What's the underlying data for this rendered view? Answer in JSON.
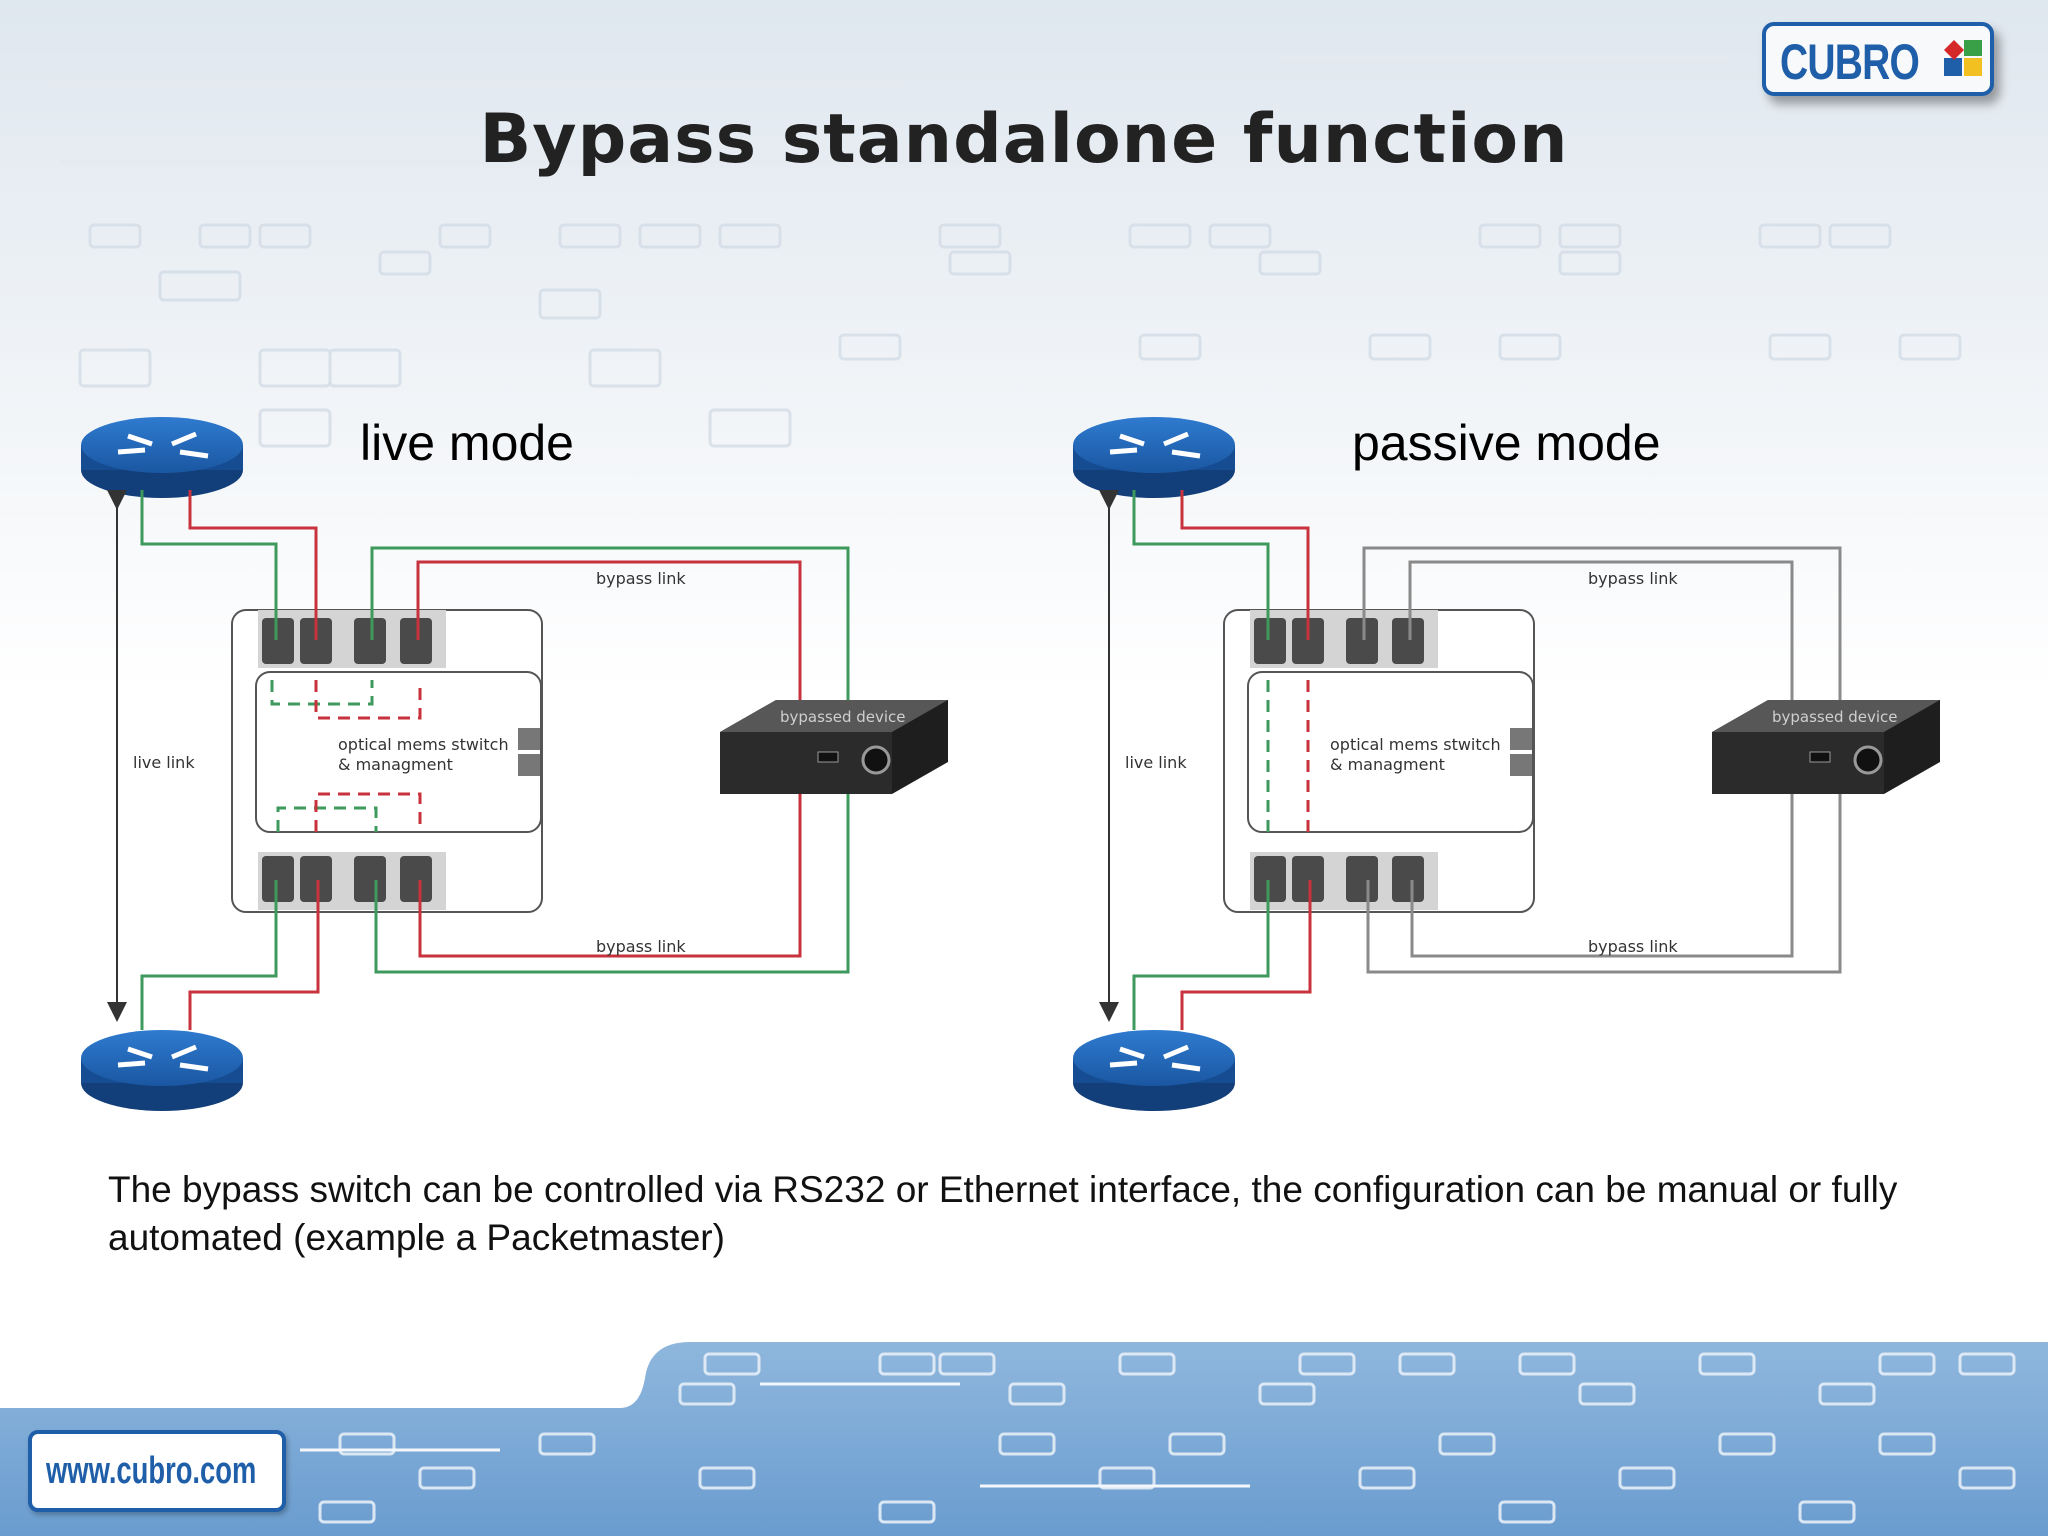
{
  "logo": {
    "text": "CUBRO"
  },
  "title": "Bypass standalone function",
  "diagrams": [
    {
      "mode": "live mode",
      "bypass_link_top": "bypass link",
      "bypass_link_bottom": "bypass link",
      "live_link": "live link",
      "switch_label_1": "optical mems stwitch",
      "switch_label_2": "& managment",
      "device_label": "bypassed device"
    },
    {
      "mode": "passive mode",
      "bypass_link_top": "bypass link",
      "bypass_link_bottom": "bypass link",
      "live_link": "live link",
      "switch_label_1": "optical mems stwitch",
      "switch_label_2": "& managment",
      "device_label": "bypassed device"
    }
  ],
  "caption": "The bypass switch can be controlled via RS232 or Ethernet interface, the configuration can be manual or fully automated (example a Packetmaster)",
  "footer": {
    "url": "www.cubro.com"
  },
  "colors": {
    "green": "#3d9a5c",
    "red": "#c8323c",
    "gray": "#8a8a8a",
    "brand": "#1f5ea8",
    "router": "#1f5ea8"
  }
}
